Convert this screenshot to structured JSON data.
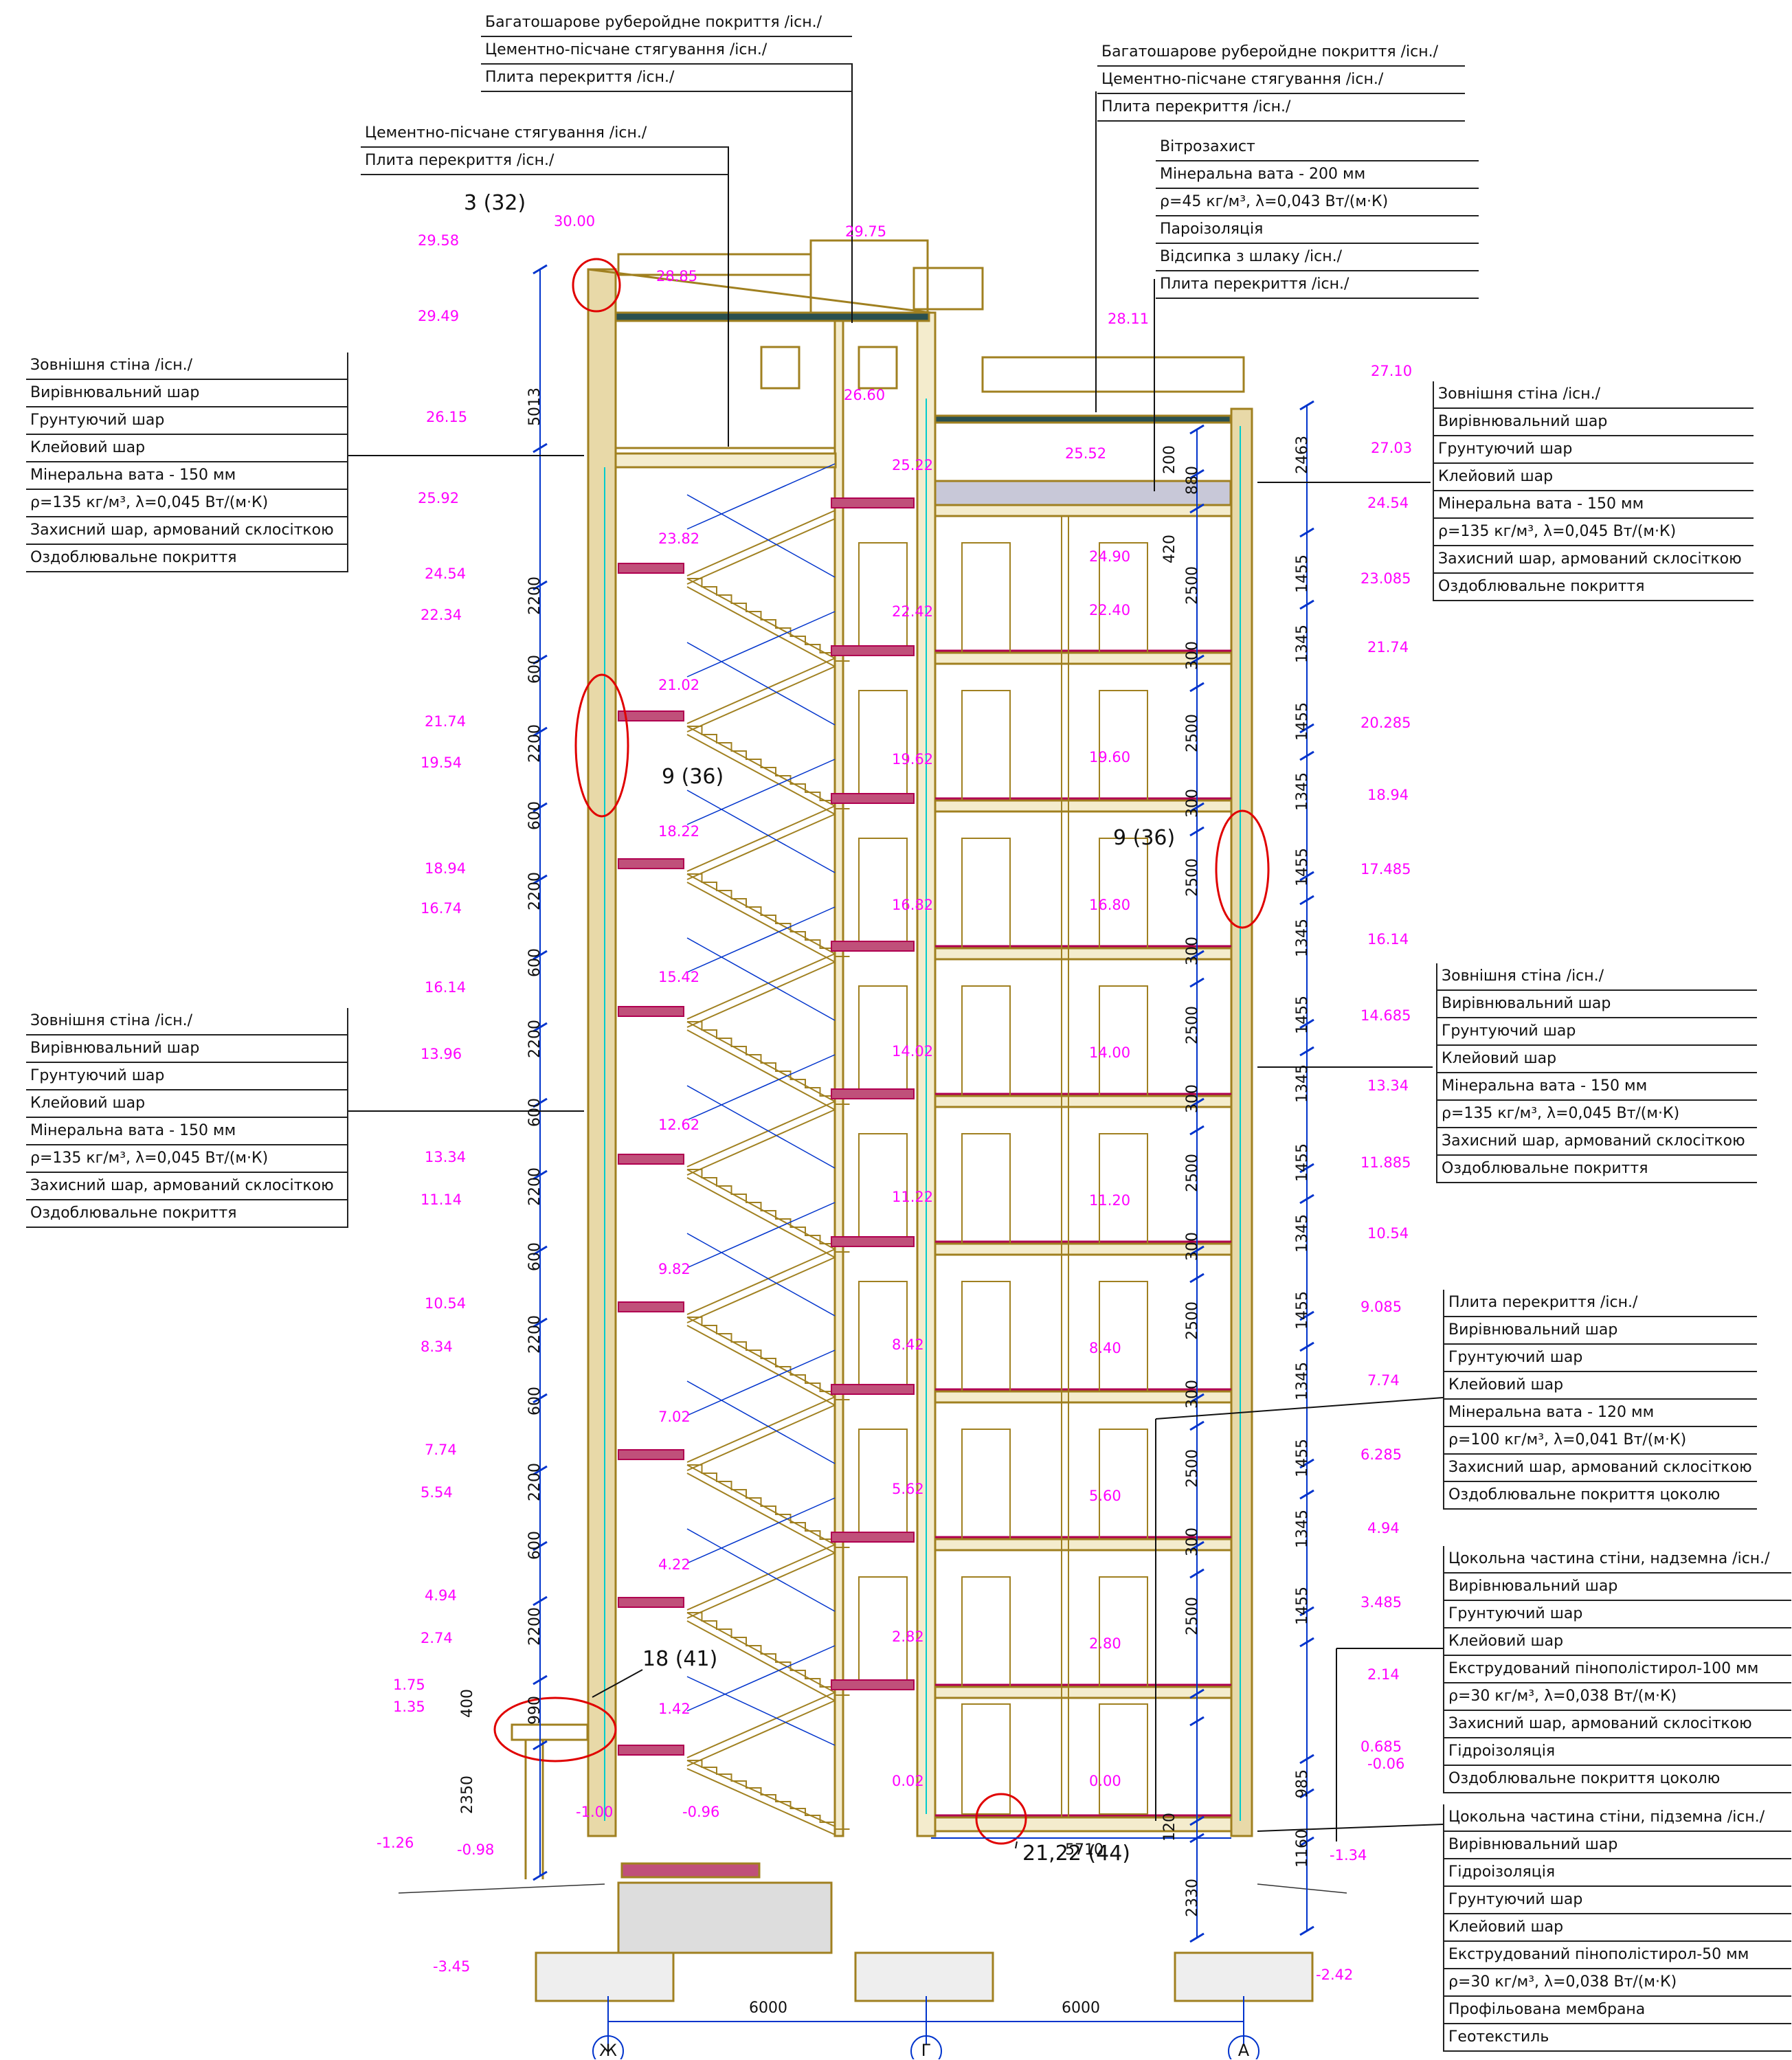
{
  "tables": {
    "roof_left": {
      "rows": [
        "Багатошарове руберойдне покриття /існ./",
        "Цементно-пісчане стягування /існ./",
        "Плита перекриття /існ./"
      ]
    },
    "roof_mid": {
      "rows": [
        "Цементно-пісчане стягування /існ./",
        "Плита перекриття /існ./"
      ]
    },
    "roof_right": {
      "rows": [
        "Багатошарове руберойдне покриття /існ./",
        "Цементно-пісчане стягування /існ./",
        "Плита перекриття /існ./"
      ]
    },
    "attic": {
      "rows": [
        "Вітрозахист",
        "Мінеральна вата - 200 мм",
        "ρ=45 кг/м³, λ=0,043 Вт/(м·К)",
        "Пароізоляція",
        "Відсипка з шлаку /існ./",
        "Плита перекриття /існ./"
      ]
    },
    "wall_left_top": {
      "rows": [
        "Зовнішня стіна /існ./",
        "Вирівнювальний шар",
        "Грунтуючий шар",
        "Клейовий шар",
        "Мінеральна вата - 150 мм",
        "ρ=135 кг/м³, λ=0,045 Вт/(м·К)",
        "Захисний шар, армований склосіткою",
        "Оздоблювальне покриття"
      ]
    },
    "wall_left_mid": {
      "rows": [
        "Зовнішня стіна /існ./",
        "Вирівнювальний шар",
        "Грунтуючий шар",
        "Клейовий шар",
        "Мінеральна вата - 150 мм",
        "ρ=135 кг/м³, λ=0,045 Вт/(м·К)",
        "Захисний шар, армований склосіткою",
        "Оздоблювальне покриття"
      ]
    },
    "wall_right_top": {
      "rows": [
        "Зовнішня стіна /існ./",
        "Вирівнювальний шар",
        "Грунтуючий шар",
        "Клейовий шар",
        "Мінеральна вата - 150 мм",
        "ρ=135 кг/м³, λ=0,045 Вт/(м·К)",
        "Захисний шар, армований склосіткою",
        "Оздоблювальне покриття"
      ]
    },
    "wall_right_mid": {
      "rows": [
        "Зовнішня стіна /існ./",
        "Вирівнювальний шар",
        "Грунтуючий шар",
        "Клейовий шар",
        "Мінеральна вата - 150 мм",
        "ρ=135 кг/м³, λ=0,045 Вт/(м·К)",
        "Захисний шар, армований склосіткою",
        "Оздоблювальне покриття"
      ]
    },
    "slab": {
      "rows": [
        "Плита перекриття /існ./",
        "Вирівнювальний шар",
        "Грунтуючий шар",
        "Клейовий шар",
        "Мінеральна вата - 120 мм",
        "ρ=100 кг/м³, λ=0,041 Вт/(м·К)",
        "Захисний шар, армований склосіткою",
        "Оздоблювальне покриття цоколю"
      ]
    },
    "plinth_above": {
      "rows": [
        "Цокольна частина стіни, надземна /існ./",
        "Вирівнювальний шар",
        "Грунтуючий шар",
        "Клейовий шар",
        "Екструдований пінополістирол-100 мм",
        "ρ=30 кг/м³, λ=0,038 Вт/(м·К)",
        "Захисний шар, армований склосіткою",
        "Гідроізоляція",
        "Оздоблювальне покриття цоколю"
      ]
    },
    "plinth_below": {
      "rows": [
        "Цокольна частина стіни, підземна /існ./",
        "Вирівнювальний шар",
        "Гідроізоляція",
        "Грунтуючий шар",
        "Клейовий шар",
        "Екструдований пінополістирол-50 мм",
        "ρ=30 кг/м³, λ=0,038 Вт/(м·К)",
        "Профільована мембрана",
        "Геотекстиль"
      ]
    }
  },
  "callouts": {
    "c1": "3 (32)",
    "c2": "9 (36)",
    "c3": "9 (36)",
    "c4": "18 (41)",
    "c5": "21,22 (44)"
  },
  "axes": {
    "a1": "Ж",
    "a2": "Г",
    "a3": "А"
  },
  "dims_bottom": {
    "d1": "6000",
    "d2": "6000",
    "d3": "5710"
  },
  "left_elevs": [
    "29.58",
    "29.49",
    "26.15",
    "25.92",
    "24.54",
    "22.34",
    "21.74",
    "19.54",
    "18.94",
    "16.74",
    "16.14",
    "13.96",
    "13.34",
    "11.14",
    "10.54",
    "8.34",
    "7.74",
    "5.54",
    "4.94",
    "2.74",
    "1.75",
    "1.35",
    "-1.26",
    "-0.98",
    "-3.45"
  ],
  "right_elevs": [
    "27.10",
    "27.03",
    "24.54",
    "23.085",
    "21.74",
    "20.285",
    "18.94",
    "17.485",
    "16.14",
    "14.685",
    "13.34",
    "11.885",
    "10.54",
    "9.085",
    "7.74",
    "6.285",
    "4.94",
    "3.485",
    "2.14",
    "0.685",
    "-0.06",
    "-1.34",
    "-2.42"
  ],
  "stair_elevs": [
    "30.00",
    "28.85",
    "29.75",
    "26.60",
    "25.22",
    "23.82",
    "22.42",
    "21.02",
    "19.62",
    "18.22",
    "16.82",
    "15.42",
    "14.02",
    "12.62",
    "11.22",
    "9.82",
    "8.42",
    "7.02",
    "5.62",
    "4.22",
    "2.82",
    "1.42",
    "0.02",
    "-1.00",
    "-0.96"
  ],
  "floor_elevs": [
    "28.11",
    "25.52",
    "24.90",
    "22.40",
    "19.60",
    "16.80",
    "14.00",
    "11.20",
    "8.40",
    "5.60",
    "2.80",
    "0.00"
  ],
  "left_dims": [
    "5013",
    "2200",
    "600",
    "2200",
    "600",
    "2200",
    "600",
    "2200",
    "600",
    "2200",
    "600",
    "2200",
    "600",
    "2200",
    "600",
    "2200",
    "400",
    "990",
    "2350"
  ],
  "right_dims": [
    "200",
    "880",
    "420",
    "2500",
    "300",
    "2500",
    "300",
    "2500",
    "300",
    "2500",
    "300",
    "2500",
    "300",
    "2500",
    "300",
    "2500",
    "300",
    "2500",
    "120",
    "2330"
  ],
  "far_right_dims": [
    "2463",
    "1455",
    "1345",
    "1455",
    "1345",
    "1455",
    "1345",
    "1455",
    "1345",
    "1455",
    "1345",
    "1455",
    "1345",
    "1455",
    "1345",
    "1455",
    "985",
    "1160"
  ],
  "colors": {
    "structure": "#a08020",
    "elev": "#ff00ff",
    "dim": "#0033cc",
    "callout": "#e00000",
    "glass": "#00cccc",
    "slab": "#b00050"
  }
}
